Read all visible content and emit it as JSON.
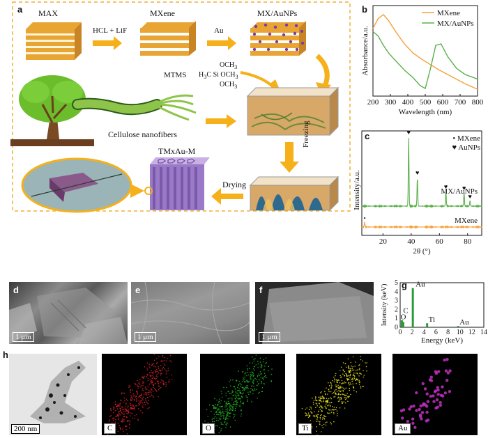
{
  "panel_a": {
    "letter": "a",
    "max_label": "MAX",
    "mxene_label": "MXene",
    "mxau_label": "MX/AuNPs",
    "etch_label": "HCL + LiF",
    "au_label": "Au",
    "mtms_label": "MTMS",
    "och3_1": "OCH",
    "h3c_si": "H",
    "och3_2": "OCH",
    "och3_3": "OCH",
    "cnf_label": "Cellulose nanofibers",
    "freezing_label": "Freezing",
    "drying_label": "Drying",
    "product_label": "TMxAu-M"
  },
  "panel_b": {
    "letter": "b",
    "chart_data": {
      "type": "line",
      "xlabel": "Wavelength (nm)",
      "ylabel": "Absorbance/a.u.",
      "xlim": [
        200,
        800
      ],
      "x_ticks": [
        200,
        300,
        400,
        500,
        600,
        700,
        800
      ],
      "series": [
        {
          "name": "MXene",
          "color": "#f5a03a",
          "x": [
            200,
            230,
            260,
            290,
            330,
            380,
            430,
            480,
            530,
            580,
            630,
            680,
            730,
            780,
            800
          ],
          "y": [
            0.82,
            0.95,
            1.0,
            0.92,
            0.78,
            0.62,
            0.5,
            0.42,
            0.35,
            0.28,
            0.22,
            0.16,
            0.1,
            0.05,
            0.03
          ]
        },
        {
          "name": "MX/AuNPs",
          "color": "#5ab04a",
          "x": [
            200,
            230,
            260,
            290,
            330,
            380,
            430,
            470,
            500,
            530,
            560,
            590,
            630,
            680,
            730,
            780,
            800
          ],
          "y": [
            0.78,
            0.72,
            0.6,
            0.5,
            0.4,
            0.28,
            0.18,
            0.08,
            0.04,
            0.3,
            0.6,
            0.62,
            0.45,
            0.3,
            0.22,
            0.18,
            0.16
          ]
        }
      ]
    }
  },
  "panel_c": {
    "letter": "c",
    "chart_data": {
      "type": "line",
      "xlabel": "2θ (°)",
      "ylabel": "Intensity/a.u.",
      "xlim": [
        5,
        90
      ],
      "x_ticks": [
        20,
        40,
        60,
        80
      ],
      "legend": [
        {
          "symbol": "•",
          "label": "MXene"
        },
        {
          "symbol": "♥",
          "label": "AuNPs"
        }
      ],
      "series": [
        {
          "name": "MX/AuNPs",
          "color": "#5ab04a",
          "peaks_x": [
            38.2,
            44.4,
            64.6,
            77.5,
            81.7
          ],
          "peaks_rel": [
            1.0,
            0.42,
            0.22,
            0.2,
            0.08
          ]
        },
        {
          "name": "MXene",
          "color": "#f5a03a",
          "peaks_x": [
            7.0
          ],
          "peaks_rel": [
            0.3
          ]
        }
      ]
    }
  },
  "panel_d": {
    "letter": "d",
    "scale": "1 μm"
  },
  "panel_e": {
    "letter": "e",
    "scale": "1 μm"
  },
  "panel_f": {
    "letter": "f",
    "scale": "1 μm"
  },
  "panel_g": {
    "letter": "g",
    "chart_data": {
      "type": "bar",
      "xlabel": "Energy (keV)",
      "ylabel": "Intensity (keV)",
      "xlim": [
        0,
        14
      ],
      "ylim": [
        0,
        5
      ],
      "x_ticks": [
        0,
        2,
        4,
        6,
        8,
        10,
        12,
        14
      ],
      "y_ticks": [
        0,
        1,
        2,
        3,
        4,
        5
      ],
      "peaks": [
        {
          "label": "C",
          "x": 0.28,
          "y": 0.8
        },
        {
          "label": "O",
          "x": 0.52,
          "y": 0.6
        },
        {
          "label": "Au",
          "x": 2.12,
          "y": 4.4
        },
        {
          "label": "Ti",
          "x": 4.51,
          "y": 0.45
        },
        {
          "label": "Au",
          "x": 9.71,
          "y": 0.15
        }
      ]
    }
  },
  "panel_h": {
    "letter": "h",
    "scale": "200 nm",
    "maps": [
      {
        "label": "C",
        "color": "#e0242a"
      },
      {
        "label": "O",
        "color": "#22c022"
      },
      {
        "label": "Ti",
        "color": "#e6e022"
      },
      {
        "label": "Au",
        "color": "#c030c0"
      }
    ]
  }
}
